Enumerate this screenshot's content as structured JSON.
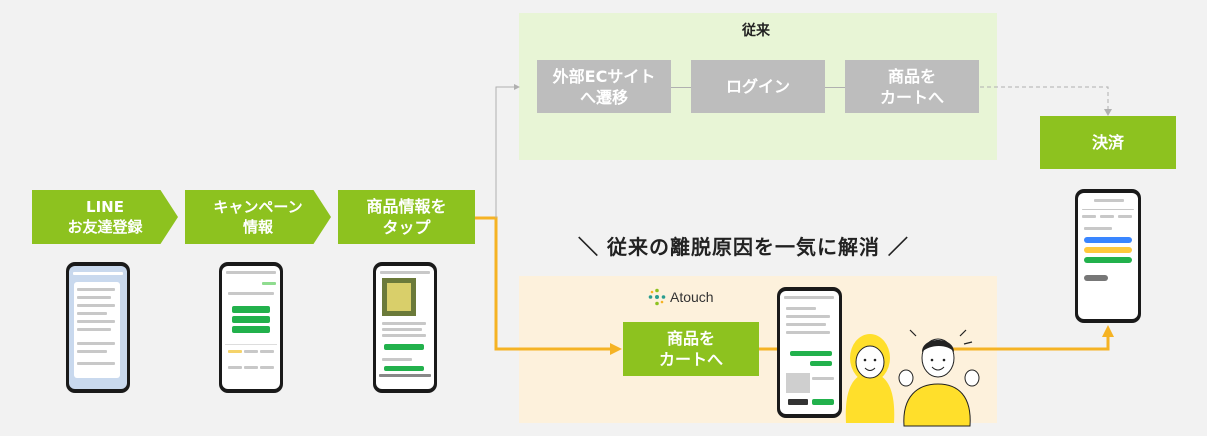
{
  "conventional": {
    "title": "従来",
    "steps": [
      "外部ECサイト\nへ遷移",
      "ログイン",
      "商品を\nカートへ"
    ]
  },
  "payment": "決済",
  "flow_steps": [
    "LINE\nお友達登録",
    "キャンペーン\n情報",
    "商品情報を\nタップ"
  ],
  "headline": "＼ 従来の離脱原因を一気に解消 ／",
  "atouch": {
    "logo_text": "Atouch",
    "step": "商品を\nカートへ"
  },
  "colors": {
    "accent_green": "#8dc21f",
    "flow_orange": "#f5b324",
    "gray_box": "#bdbdbd",
    "panel_green": "#e8f5d6",
    "panel_cream": "#fdf1dc"
  }
}
